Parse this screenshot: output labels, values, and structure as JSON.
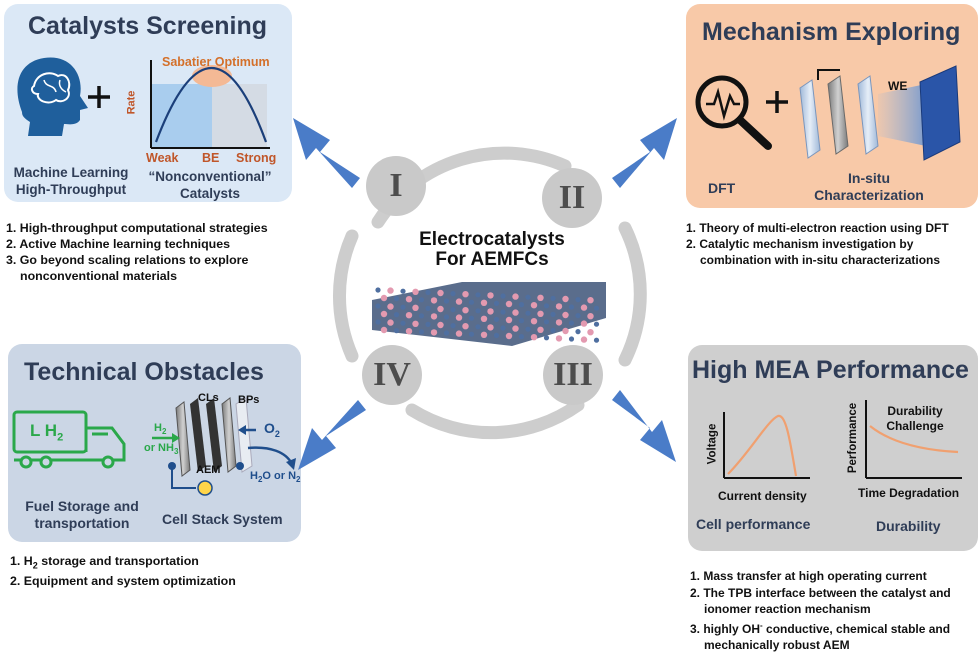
{
  "center": {
    "title_line1": "Electrocatalysts",
    "title_line2": "For AEMFCs",
    "roman": [
      "I",
      "II",
      "III",
      "IV"
    ]
  },
  "panels": {
    "screening": {
      "title": "Catalysts Screening",
      "ml_label1": "Machine Learning",
      "ml_label2": "High-Throughput",
      "plot": {
        "peak_label": "Sabatier Optimum",
        "ylabel": "Rate",
        "x_ticks": [
          "Weak",
          "BE",
          "Strong"
        ]
      },
      "catalyst_label1": "“Nonconventional”",
      "catalyst_label2": "Catalysts",
      "items": [
        "1. High-throughput computational strategies",
        "2. Active Machine learning  techniques",
        "3. Go beyond scaling relations to explore",
        "nonconventional materials"
      ]
    },
    "mechanism": {
      "title": "Mechanism Exploring",
      "dft_label": "DFT",
      "insitu_label1": "In-situ",
      "insitu_label2": "Characterization",
      "we_label": "WE",
      "items": [
        "1. Theory of multi-electron reaction using DFT",
        "2. Catalytic mechanism investigation  by",
        "combination with in-situ characterizations"
      ]
    },
    "obstacles": {
      "title": "Technical Obstacles",
      "truck_label": "L H",
      "truck_sub": "2",
      "cls_label": "CLs",
      "bps_label": "BPs",
      "h2_label": "H",
      "h2_sub": "2",
      "nh3_label": "or NH",
      "nh3_sub": "3",
      "o2_label": "O",
      "o2_sub": "2",
      "aem_label": "AEM",
      "h2o_label": "H",
      "h2o_sub": "2",
      "h2o_rest": "O or N",
      "n2_sub": "2",
      "fuel_label1": "Fuel Storage and",
      "fuel_label2": "transportation",
      "stack_label": "Cell Stack System",
      "item1_pre": "1. H",
      "item1_sub": "2",
      "item1_post": " storage and transportation",
      "item2": "2. Equipment and system optimization"
    },
    "mea": {
      "title": "High MEA Performance",
      "voltage_label": "Voltage",
      "current_label": "Current density",
      "perf_label": "Performance",
      "time_label": "Time Degradation",
      "durability_challenge1": "Durability",
      "durability_challenge2": "Challenge",
      "cell_perf_label": "Cell performance",
      "durability_label": "Durability",
      "items": [
        "1. Mass transfer at high operating current",
        "2. The TPB interface between the catalyst and",
        "ionomer reaction mechanism",
        "3. highly OH",
        "conductive, chemical stable and",
        "mechanically robust AEM"
      ],
      "oh_sup": "-"
    }
  },
  "colors": {
    "arrow": "#4a7cc8",
    "title": "#2f3d57",
    "curve_orange": "#f0a070",
    "green": "#2aa84a",
    "blue_dark": "#1f4e8c"
  }
}
